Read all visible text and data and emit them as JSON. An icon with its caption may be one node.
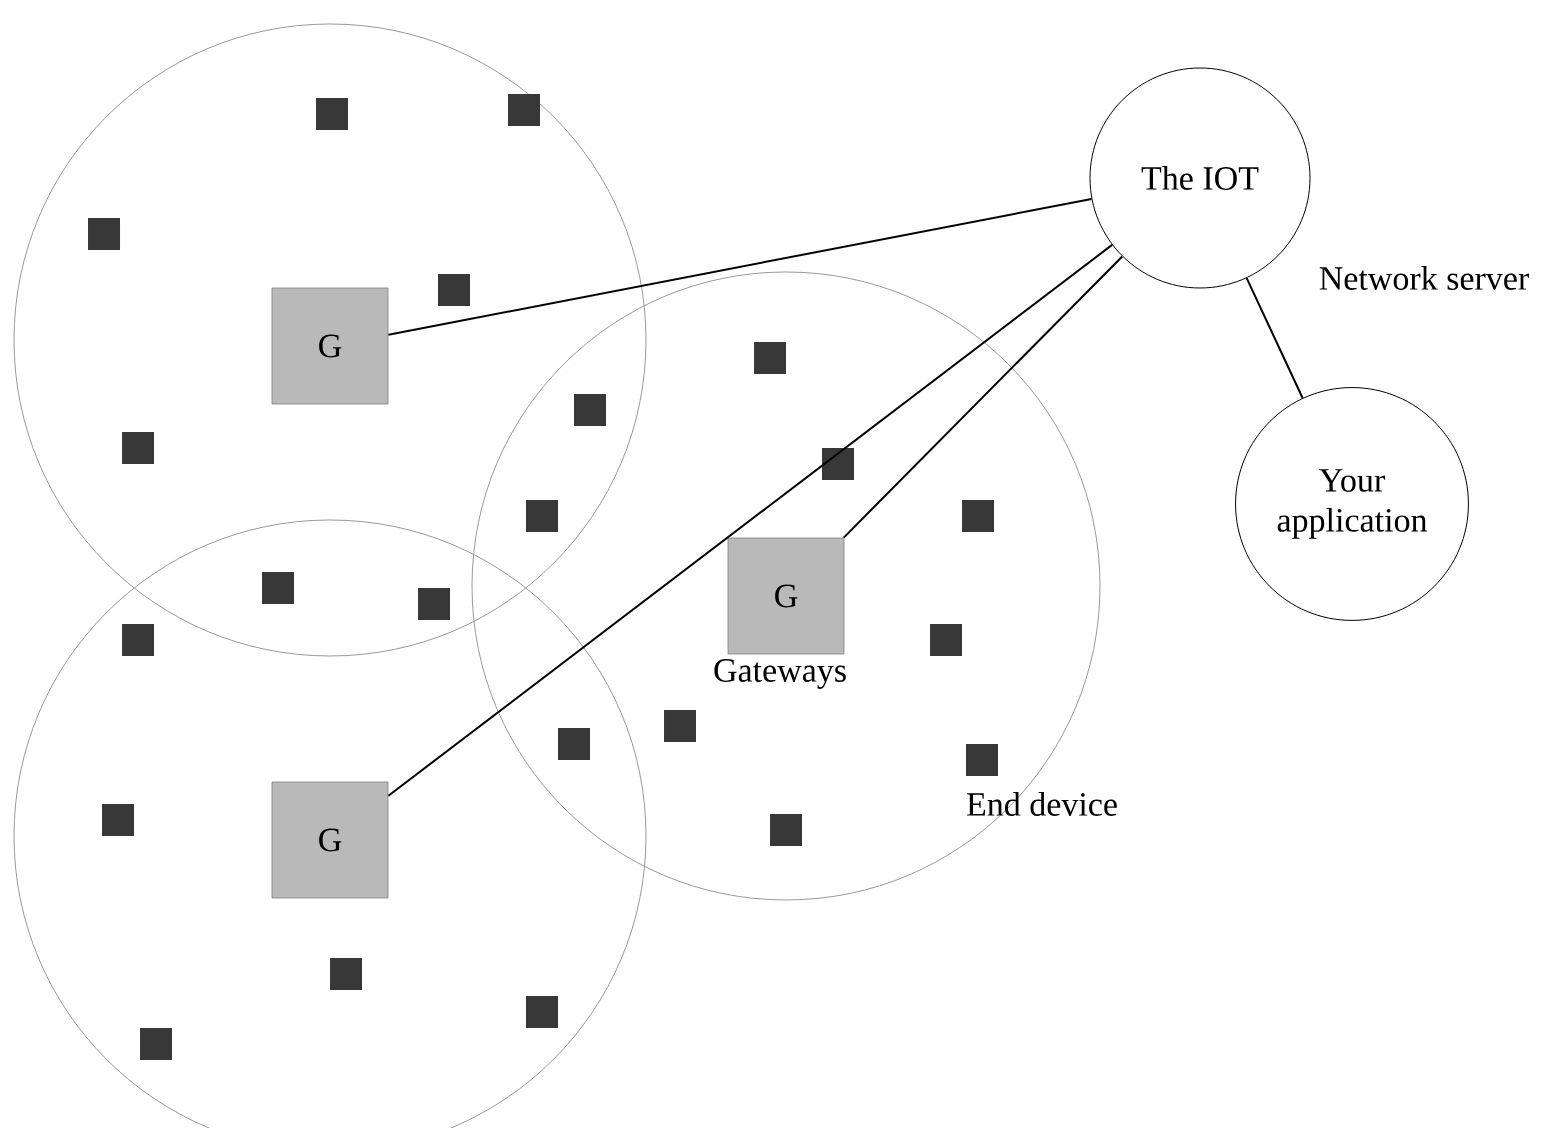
{
  "diagram": {
    "nodes": [
      {
        "text": [
          "The IOT"
        ]
      },
      {
        "text": [
          "Your application"
        ]
      },
      {
        "text": [
          "G"
        ]
      },
      {
        "text": [
          "G"
        ]
      },
      {
        "text": [
          "G"
        ]
      }
    ],
    "edges": [
      {
        "from": 0,
        "to": 2,
        "arrow": "none"
      },
      {
        "from": 0,
        "to": 3,
        "arrow": "none"
      },
      {
        "from": 0,
        "to": 4,
        "arrow": "none"
      },
      {
        "from": 0,
        "to": 1,
        "arrow": "none"
      }
    ],
    "labels": [
      "Network server",
      "Gateways",
      "End device"
    ]
  }
}
